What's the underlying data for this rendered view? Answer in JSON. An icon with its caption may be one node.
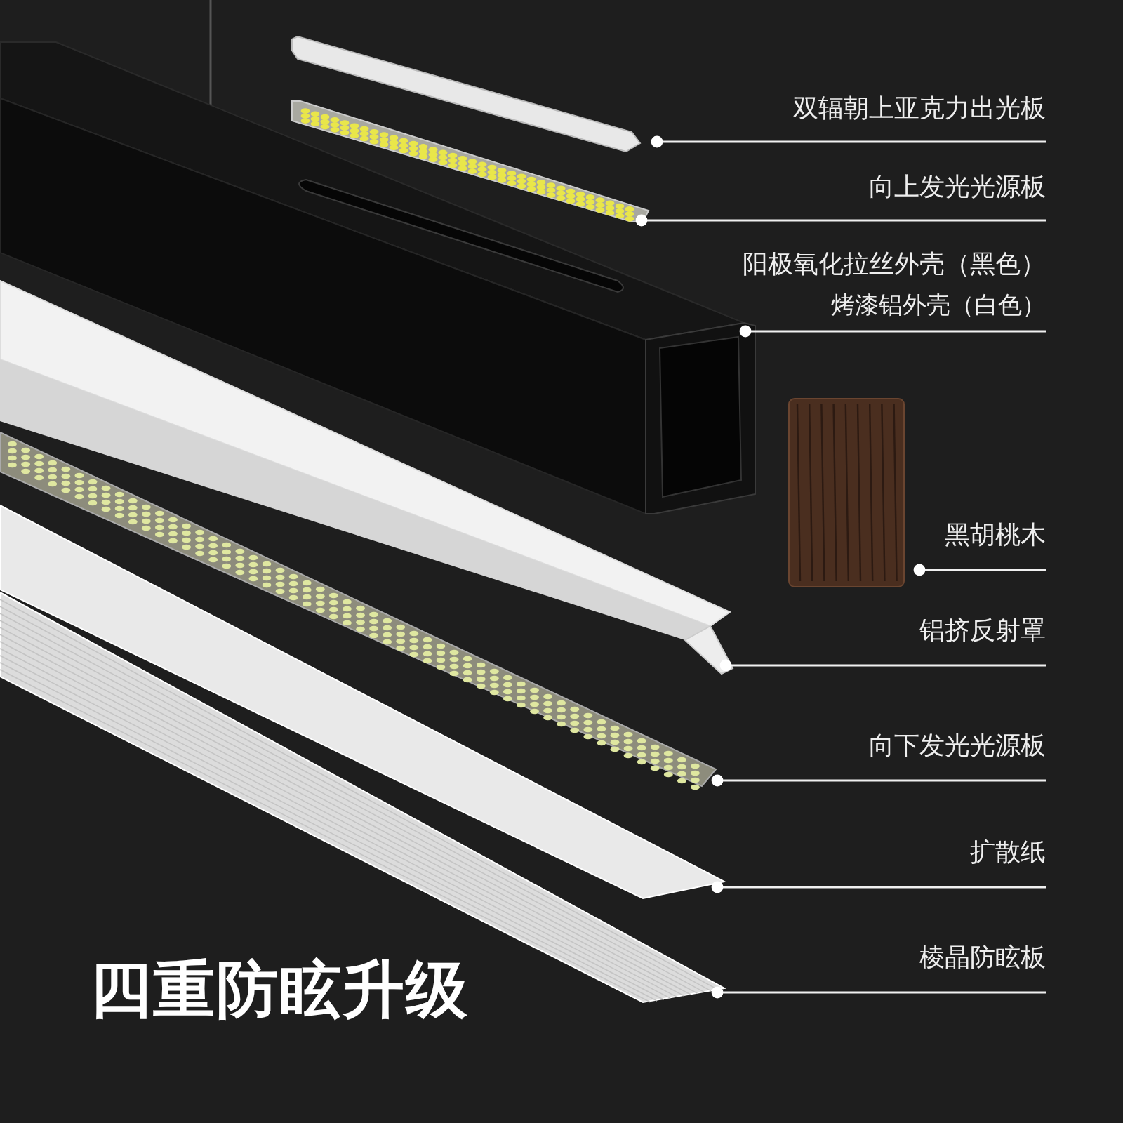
{
  "diagram": {
    "title": "四重防眩升级",
    "nodes": [
      {
        "text": [
          "双辐朝上亚克力出光板"
        ]
      },
      {
        "text": [
          "向上发光光源板"
        ]
      },
      {
        "text": [
          "阳极氧化拉丝外壳（黑色）",
          "烤漆铝外壳（白色）"
        ]
      },
      {
        "text": [
          "黑胡桃木"
        ]
      },
      {
        "text": [
          "铝挤反射罩"
        ]
      },
      {
        "text": [
          "向下发光光源板"
        ]
      },
      {
        "text": [
          "扩散纸"
        ]
      },
      {
        "text": [
          "棱晶防眩板"
        ]
      },
      {
        "text": [],
        "shape": "picture"
      },
      {
        "text": [],
        "shape": "picture"
      },
      {
        "text": [],
        "shape": "picture"
      },
      {
        "text": [],
        "shape": "picture"
      },
      {
        "text": [],
        "shape": "picture"
      },
      {
        "text": [],
        "shape": "picture"
      },
      {
        "text": [],
        "shape": "picture"
      },
      {
        "text": [],
        "shape": "picture"
      }
    ],
    "edges": [
      {
        "from": 0,
        "to": 8,
        "arrow": "other"
      },
      {
        "from": 1,
        "to": 9,
        "arrow": "other"
      },
      {
        "from": 2,
        "to": 10,
        "arrow": "other"
      },
      {
        "from": 3,
        "to": 11,
        "arrow": "other"
      },
      {
        "from": 4,
        "to": 12,
        "arrow": "other"
      },
      {
        "from": 5,
        "to": 13,
        "arrow": "other"
      },
      {
        "from": 6,
        "to": 14,
        "arrow": "other"
      },
      {
        "from": 7,
        "to": 15,
        "arrow": "other"
      }
    ]
  }
}
